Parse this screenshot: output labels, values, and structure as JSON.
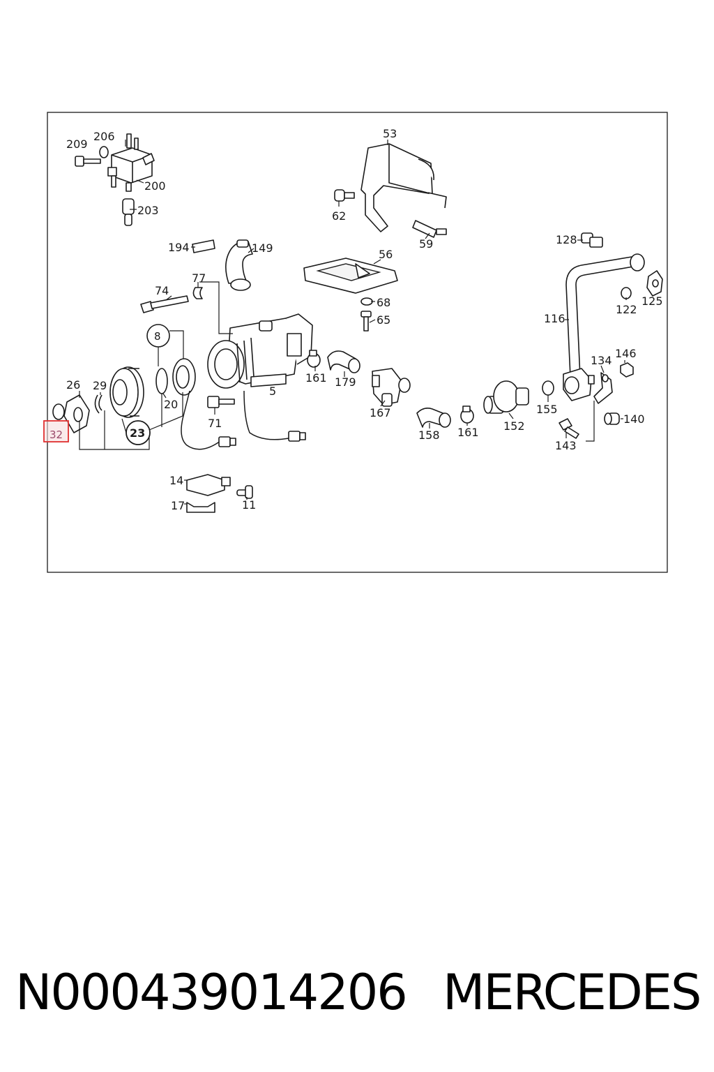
{
  "part_number": "N000439014206",
  "brand": "MERCEDES",
  "highlight_color": "#e03030",
  "highlighted_callout": "32",
  "callouts": {
    "c209": "209",
    "c206": "206",
    "c200": "200",
    "c203": "203",
    "c53": "53",
    "c62": "62",
    "c59": "59",
    "c194": "194",
    "c149": "149",
    "c56": "56",
    "c77": "77",
    "c74": "74",
    "c68": "68",
    "c65": "65",
    "c128": "128",
    "c122": "122",
    "c125": "125",
    "c116": "116",
    "c8": "8",
    "c26": "26",
    "c29": "29",
    "c20": "20",
    "c23": "23",
    "c32": "32",
    "c5": "5",
    "c71": "71",
    "c161a": "161",
    "c179": "179",
    "c167": "167",
    "c158": "158",
    "c161b": "161",
    "c152": "152",
    "c155": "155",
    "c134": "134",
    "c146": "146",
    "c140": "140",
    "c143": "143",
    "c14": "14",
    "c17": "17",
    "c11": "11"
  }
}
